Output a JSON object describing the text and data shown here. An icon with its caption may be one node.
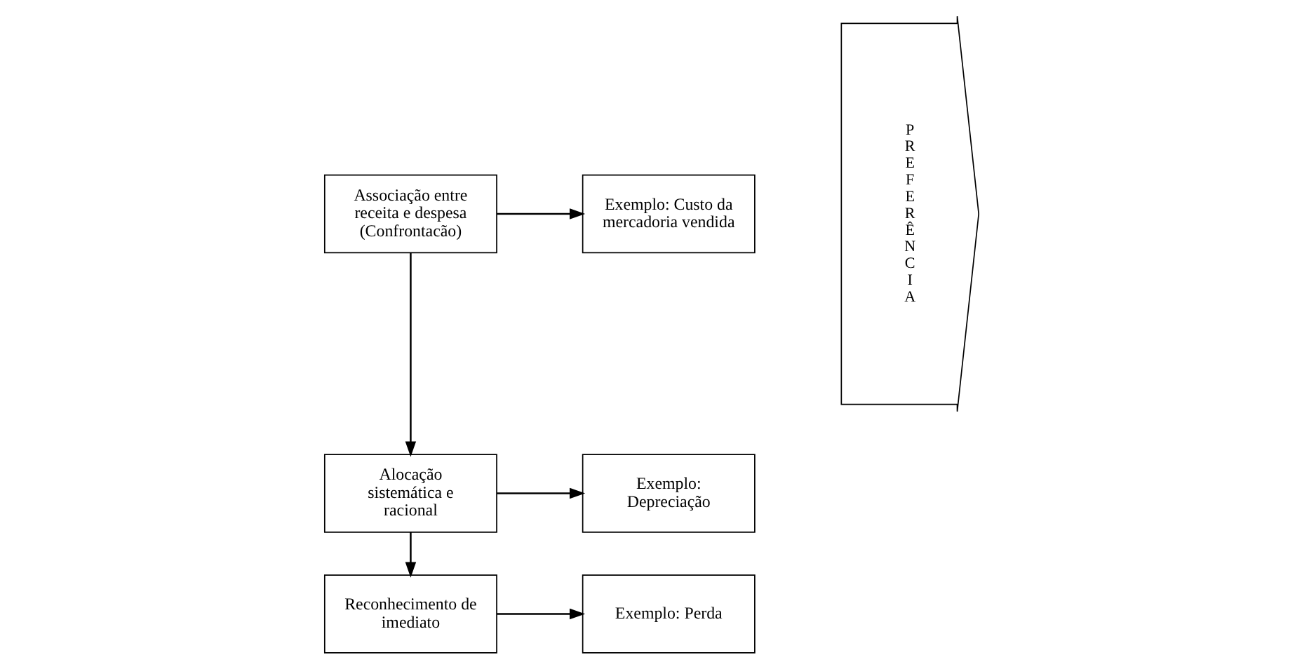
{
  "diagram": {
    "nodes": [
      {
        "text": [
          "Associação entre receita e despesa (Confrontacão)"
        ]
      },
      {
        "text": [
          "Exemplo: Custo da mercadoria vendida"
        ]
      },
      {
        "text": [
          "Alocação sistemática e racional"
        ]
      },
      {
        "text": [
          "Exemplo: Depreciação"
        ]
      },
      {
        "text": [
          "Reconhecimento de imediato"
        ]
      },
      {
        "text": [
          "Exemplo: Perda"
        ]
      },
      {
        "text": [
          "PREFERÊNCIA"
        ]
      }
    ],
    "edges": [
      {
        "from": 0,
        "to": 1,
        "arrow": "to"
      },
      {
        "from": 0,
        "to": 2,
        "arrow": "to"
      },
      {
        "from": 2,
        "to": 3,
        "arrow": "to"
      },
      {
        "from": 2,
        "to": 4,
        "arrow": "to"
      },
      {
        "from": 4,
        "to": 5,
        "arrow": "to"
      }
    ]
  }
}
